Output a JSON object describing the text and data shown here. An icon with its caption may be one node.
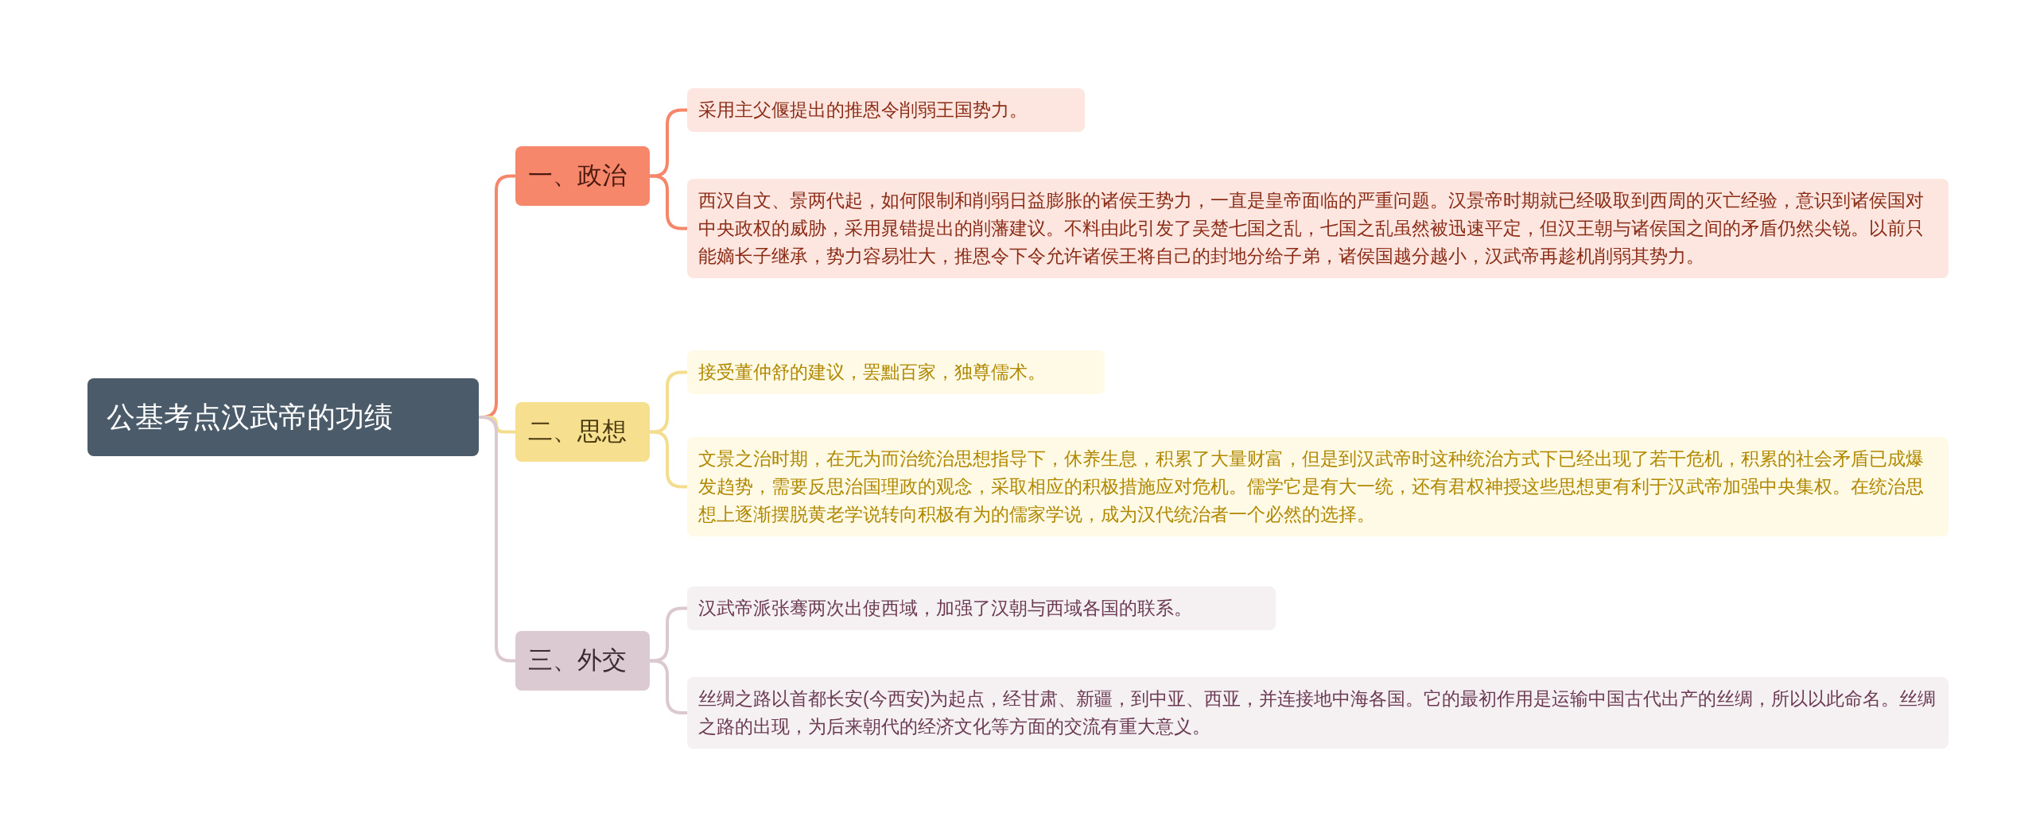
{
  "diagram": {
    "nodes": [
      {
        "text": [
          "公基考点汉武帝的功绩"
        ]
      },
      {
        "text": [
          "一、政治"
        ]
      },
      {
        "text": [
          "采用主父偃提出的推恩令削弱王国势力。"
        ]
      },
      {
        "text": [
          "西汉自文、景两代起，如何限制和削弱日益膨胀的诸侯王势力，一直是皇帝面临的严重问题。汉景帝时期就已经吸取到西周的灭亡经验，意识到诸侯国对中央政权的威胁，采用晁错提出的削藩建议。不料由此引发了吴楚七国之乱，七国之乱虽然被迅速平定，但汉王朝与诸侯国之间的矛盾仍然尖锐。以前只能嫡长子继承，势力容易壮大，推恩令下令允许诸侯王将自己的封地分给子弟，诸侯国越分越小，汉武帝再趁机削弱其势力。"
        ]
      },
      {
        "text": [
          "二、思想"
        ]
      },
      {
        "text": [
          "接受董仲舒的建议，罢黜百家，独尊儒术。"
        ]
      },
      {
        "text": [
          "文景之治时期，在无为而治统治思想指导下，休养生息，积累了大量财富，但是到汉武帝时这种统治方式下已经出现了若干危机，积累的社会矛盾已成爆发趋势，需要反思治国理政的观念，采取相应的积极措施应对危机。儒学它是有大一统，还有君权神授这些思想更有利于汉武帝加强中央集权。在统治思想上逐渐摆脱黄老学说转向积极有为的儒家学说，成为汉代统治者一个必然的选择。"
        ]
      },
      {
        "text": [
          "三、外交"
        ]
      },
      {
        "text": [
          "汉武帝派张骞两次出使西域，加强了汉朝与西域各国的联系。"
        ]
      },
      {
        "text": [
          "丝绸之路以首都长安(今西安)为起点，经甘肃、新疆，到中亚、西亚，并连接地中海各国。它的最初作用是运输中国古代出产的丝绸，所以以此命名。丝绸之路的出现，为后来朝代的经济文化等方面的交流有重大意义。"
        ]
      }
    ],
    "edges": [
      {
        "from": 0,
        "to": 1,
        "arrow": "none",
        "color": "#f5866a"
      },
      {
        "from": 0,
        "to": 4,
        "arrow": "none",
        "color": "#f3dd8e"
      },
      {
        "from": 0,
        "to": 7,
        "arrow": "none",
        "color": "#dbc8d0"
      },
      {
        "from": 1,
        "to": 2,
        "arrow": "none",
        "color": "#f5866a"
      },
      {
        "from": 1,
        "to": 3,
        "arrow": "none",
        "color": "#f5866a"
      },
      {
        "from": 4,
        "to": 5,
        "arrow": "none",
        "color": "#f3dd8e"
      },
      {
        "from": 4,
        "to": 6,
        "arrow": "none",
        "color": "#f3dd8e"
      },
      {
        "from": 7,
        "to": 8,
        "arrow": "none",
        "color": "#dbc8d0"
      },
      {
        "from": 7,
        "to": 9,
        "arrow": "none",
        "color": "#dbc8d0"
      }
    ]
  }
}
